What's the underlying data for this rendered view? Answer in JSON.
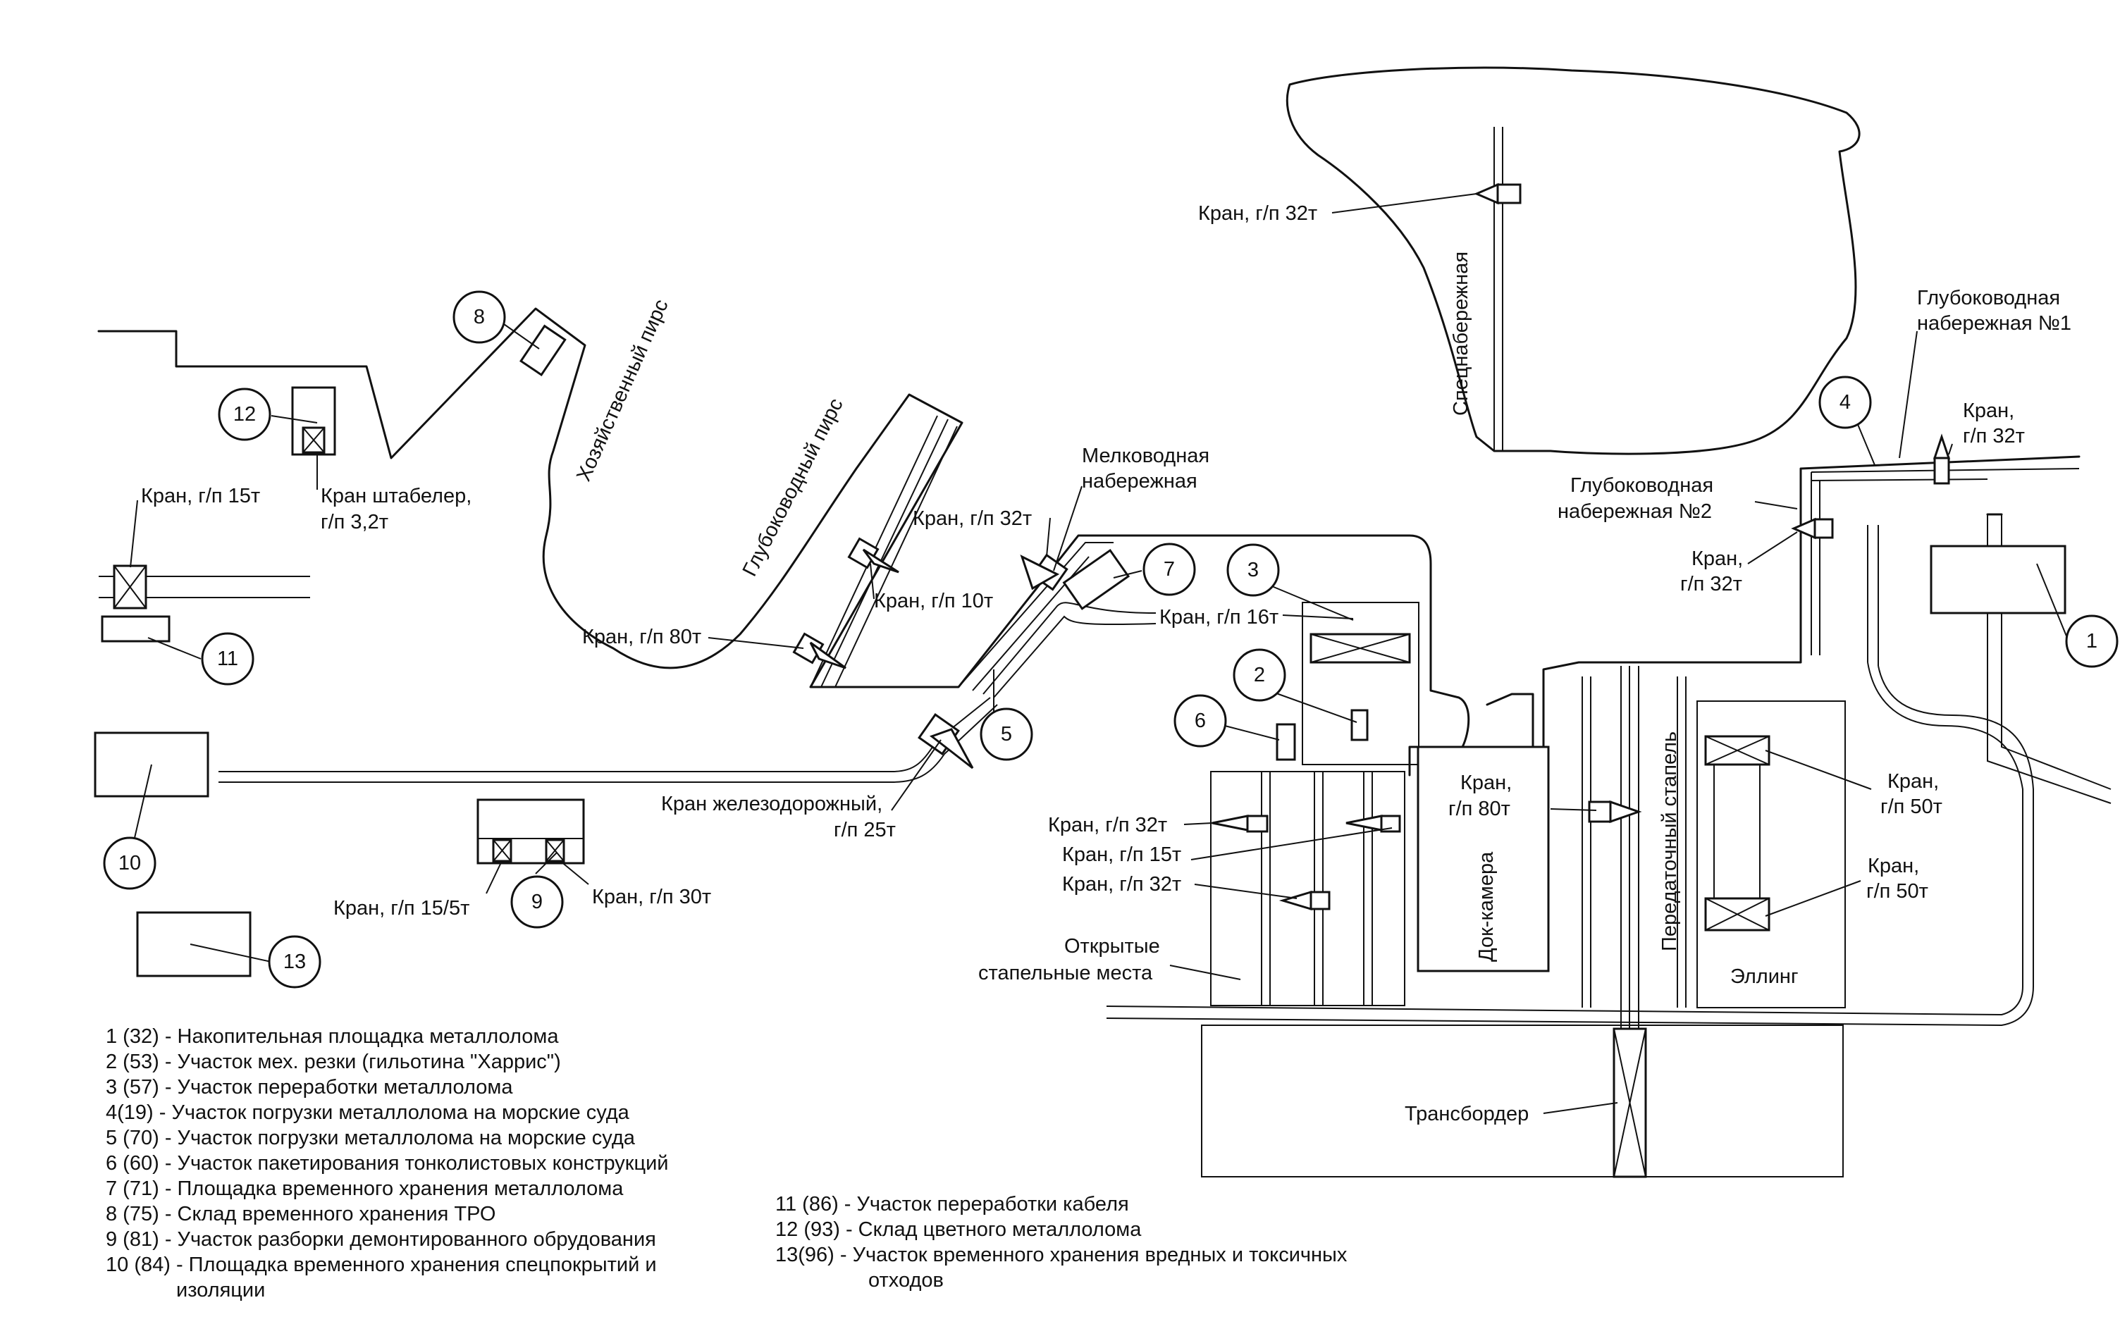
{
  "labels": {
    "crane_32_spets": "Кран, г/п 32т",
    "spets_quay": "Спецнабережная",
    "deep_quay_1_line1": "Глубоководная",
    "deep_quay_1_line2": "набережная №1",
    "crane_32_deep1_line1": "Кран,",
    "crane_32_deep1_line2": "г/п 32т",
    "deep_quay_2_line1": "Глубоководная",
    "deep_quay_2_line2": "набережная №2",
    "crane_32_deep2_line1": "Кран,",
    "crane_32_deep2_line2": "г/п 32т",
    "household_pier": "Хозяйственный пирс",
    "deep_pier": "Глубоководный пирс",
    "shallow_quay_line1": "Мелководная",
    "shallow_quay_line2": "набережная",
    "crane_32_pier": "Кран, г/п 32т",
    "crane_10_pier": "Кран, г/п 10т",
    "crane_80_pier": "Кран, г/п 80т",
    "crane_16": "Кран, г/п 16т",
    "crane_15_left": "Кран, г/п 15т",
    "crane_stacker_line1": "Кран штабелер,",
    "crane_stacker_line2": "г/п 3,2т",
    "crane_rail_line1": "Кран железодорожный,",
    "crane_rail_line2": "г/п 25т",
    "crane_15_5": "Кран, г/п 15/5т",
    "crane_30": "Кран, г/п 30т",
    "crane_32_slip1": "Кран, г/п 32т",
    "crane_15_slip": "Кран, г/п 15т",
    "crane_32_slip2": "Кран, г/п 32т",
    "open_slip_line1": "Открытые",
    "open_slip_line2": "стапельные места",
    "crane_80_dock_line1": "Кран,",
    "crane_80_dock_line2": "г/п 80т",
    "dock_chamber": "Док-камера",
    "transfer_slip": "Передаточный стапель",
    "crane_50_a_line1": "Кран,",
    "crane_50_a_line2": "г/п 50т",
    "crane_50_b_line1": "Кран,",
    "crane_50_b_line2": "г/п 50т",
    "elling": "Эллинг",
    "transborder": "Трансбордер"
  },
  "markers": [
    "1",
    "2",
    "3",
    "4",
    "5",
    "6",
    "7",
    "8",
    "9",
    "10",
    "11",
    "12",
    "13"
  ],
  "legend_left": [
    "1 (32) - Накопительная площадка металлолома",
    "2 (53) - Участок мех. резки (гильотина \"Харрис\")",
    "3 (57) - Участок переработки металлолома",
    "4(19) - Участок погрузки металлолома на морские суда",
    "5 (70) - Участок погрузки металлолома на морские суда",
    "6 (60) - Участок пакетирования тонколистовых конструкций",
    "7 (71) - Площадка временного хранения металлолома",
    "8 (75) - Склад временного хранения ТРО",
    "9 (81) - Участок разборки демонтированного обрудования",
    "10 (84) - Площадка временного хранения спецпокрытий и",
    "изоляции"
  ],
  "legend_right": [
    "11 (86) - Участок переработки кабеля",
    "12 (93) - Склад цветного металлолома",
    "13(96) - Участок временного хранения вредных и токсичных",
    "отходов"
  ]
}
